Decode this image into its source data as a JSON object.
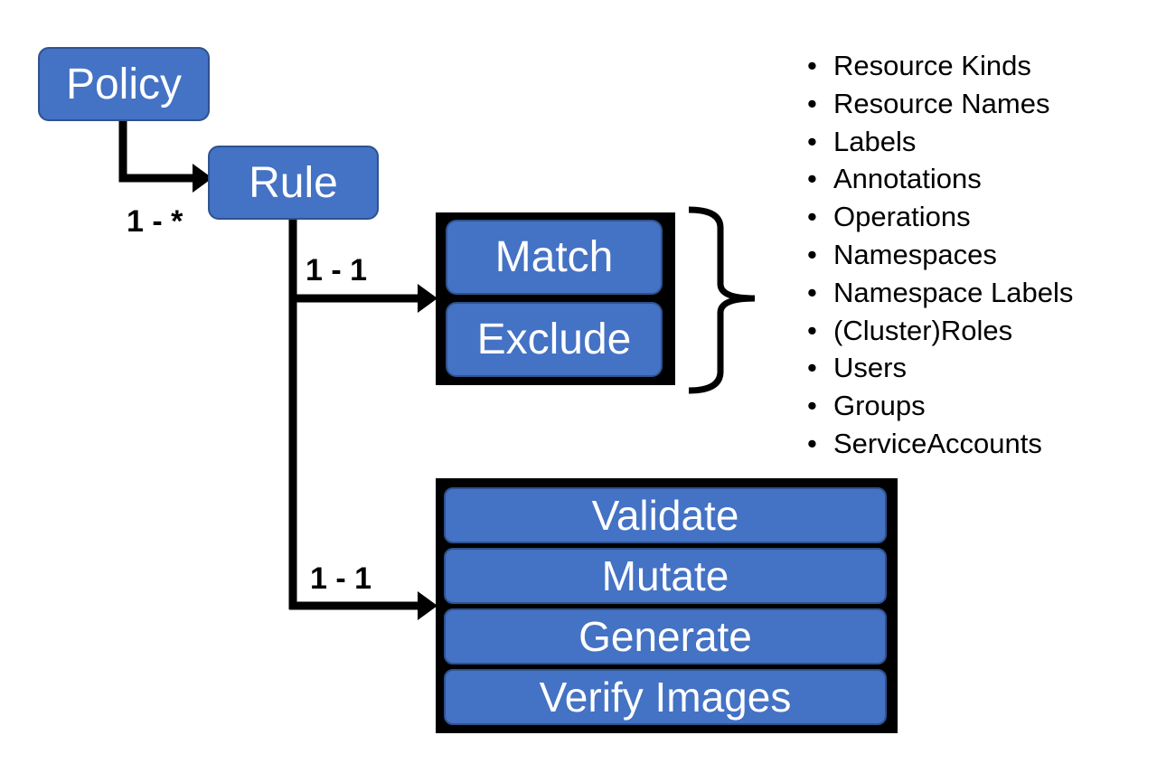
{
  "nodes": {
    "policy": "Policy",
    "rule": "Rule",
    "match": "Match",
    "exclude": "Exclude"
  },
  "operations": [
    "Validate",
    "Mutate",
    "Generate",
    "Verify Images"
  ],
  "relations": {
    "policy_rule": "1 - *",
    "rule_match": "1 - 1",
    "rule_operations": "1 - 1"
  },
  "criteria": [
    "Resource Kinds",
    "Resource Names",
    "Labels",
    "Annotations",
    "Operations",
    "Namespaces",
    "Namespace Labels",
    "(Cluster)Roles",
    "Users",
    "Groups",
    "ServiceAccounts"
  ],
  "bullet_glyph": "•",
  "colors": {
    "node_fill": "#4472c4",
    "node_border": "#2f528f",
    "group_fill": "#000000",
    "connector": "#000000"
  }
}
